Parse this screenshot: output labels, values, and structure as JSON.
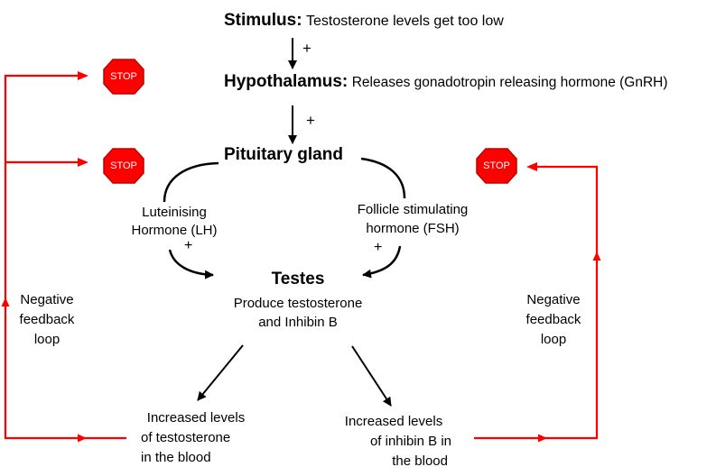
{
  "stimulus": {
    "label": "Stimulus:",
    "text": "Testosterone levels get too low"
  },
  "hypothalamus": {
    "label": "Hypothalamus:",
    "text": "Releases gonadotropin releasing hormone (GnRH)"
  },
  "pituitary": {
    "label": "Pituitary gland"
  },
  "lh": {
    "line1": "Luteinising",
    "line2": "Hormone (LH)"
  },
  "fsh": {
    "line1": "Follicle stimulating",
    "line2": "hormone (FSH)"
  },
  "testes": {
    "label": "Testes",
    "line1": "Produce testosterone",
    "line2": "and Inhibin B"
  },
  "testosterone_blood": {
    "line1": "Increased levels",
    "line2": "of testosterone",
    "line3": "in the blood"
  },
  "inhibin_blood": {
    "line1": "Increased levels",
    "line2": "of inhibin B in",
    "line3": "the blood"
  },
  "feedback_left": {
    "line1": "Negative",
    "line2": "feedback",
    "line3": "loop"
  },
  "feedback_right": {
    "line1": "Negative",
    "line2": "feedback",
    "line3": "loop"
  },
  "plus_signs": {
    "p1": "+",
    "p2": "+",
    "p3": "+",
    "p4": "+"
  },
  "stop_signs": {
    "s1": "STOP",
    "s2": "STOP",
    "s3": "STOP"
  },
  "colors": {
    "feedback": "#ff0000",
    "stop_fill": "#ff0000",
    "stop_border": "#c00000"
  }
}
